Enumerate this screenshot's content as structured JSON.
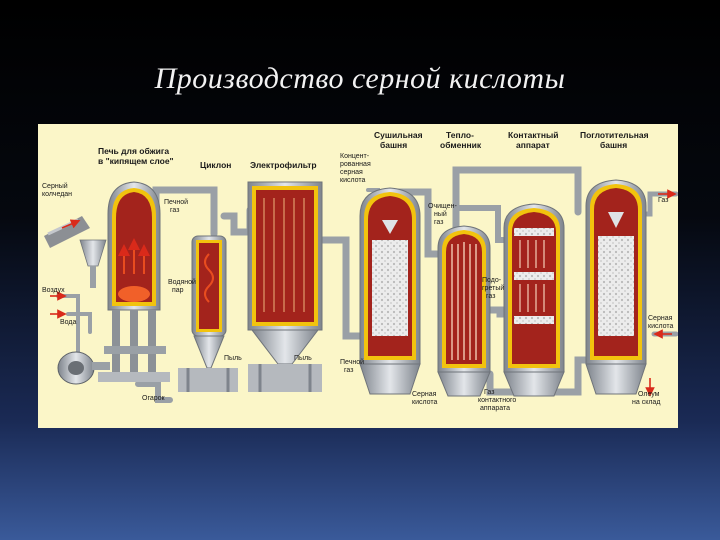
{
  "slide": {
    "title": "Производство серной кислоты"
  },
  "diagram": {
    "labels": {
      "sulfur_pyrite": [
        "Серный",
        "колчедан"
      ],
      "kiln": [
        "Печь для обжига",
        "в \"кипящем слое\""
      ],
      "cyclone": "Циклон",
      "electrofilter": "Электрофильтр",
      "drying_tower": [
        "Сушильная",
        "башня"
      ],
      "heat_exchanger": [
        "Тепло-",
        "обменник"
      ],
      "contact_apparatus": [
        "Контактный",
        "аппарат"
      ],
      "absorption_tower": [
        "Поглотительная",
        "башня"
      ],
      "kiln_gas_out": [
        "Печной",
        "газ"
      ],
      "conc_acid": [
        "Концент-",
        "рованная",
        "серная",
        "кислота"
      ],
      "purified_gas": [
        "Очищен-",
        "ный",
        "газ"
      ],
      "heated_gas": [
        "Подо-",
        "гретый",
        "газ"
      ],
      "gas_top_right": "Газ",
      "air_in": "Воздух",
      "water": "Вода",
      "steam": [
        "Водяной",
        "пар"
      ],
      "dust1": "Пыль",
      "dust2": "Пыль",
      "cinder": "Огарок",
      "kiln_gas_in": [
        "Печной",
        "газ"
      ],
      "sulfuric_acid": [
        "Серная",
        "кислота"
      ],
      "contact_gas": [
        "Газ",
        "контактного",
        "аппарата"
      ],
      "sulfuric_acid_right": [
        "Серная",
        "кислота"
      ],
      "oleum": [
        "Олеум",
        "на склад"
      ]
    },
    "colors": {
      "background": "#fbf6c8",
      "vessel_inner": "#a3231c",
      "vessel_lining": "#f2c30e",
      "steel": "#b8bcc2",
      "packing": "#e8e8e8",
      "arrow": "#d92a1a"
    }
  }
}
